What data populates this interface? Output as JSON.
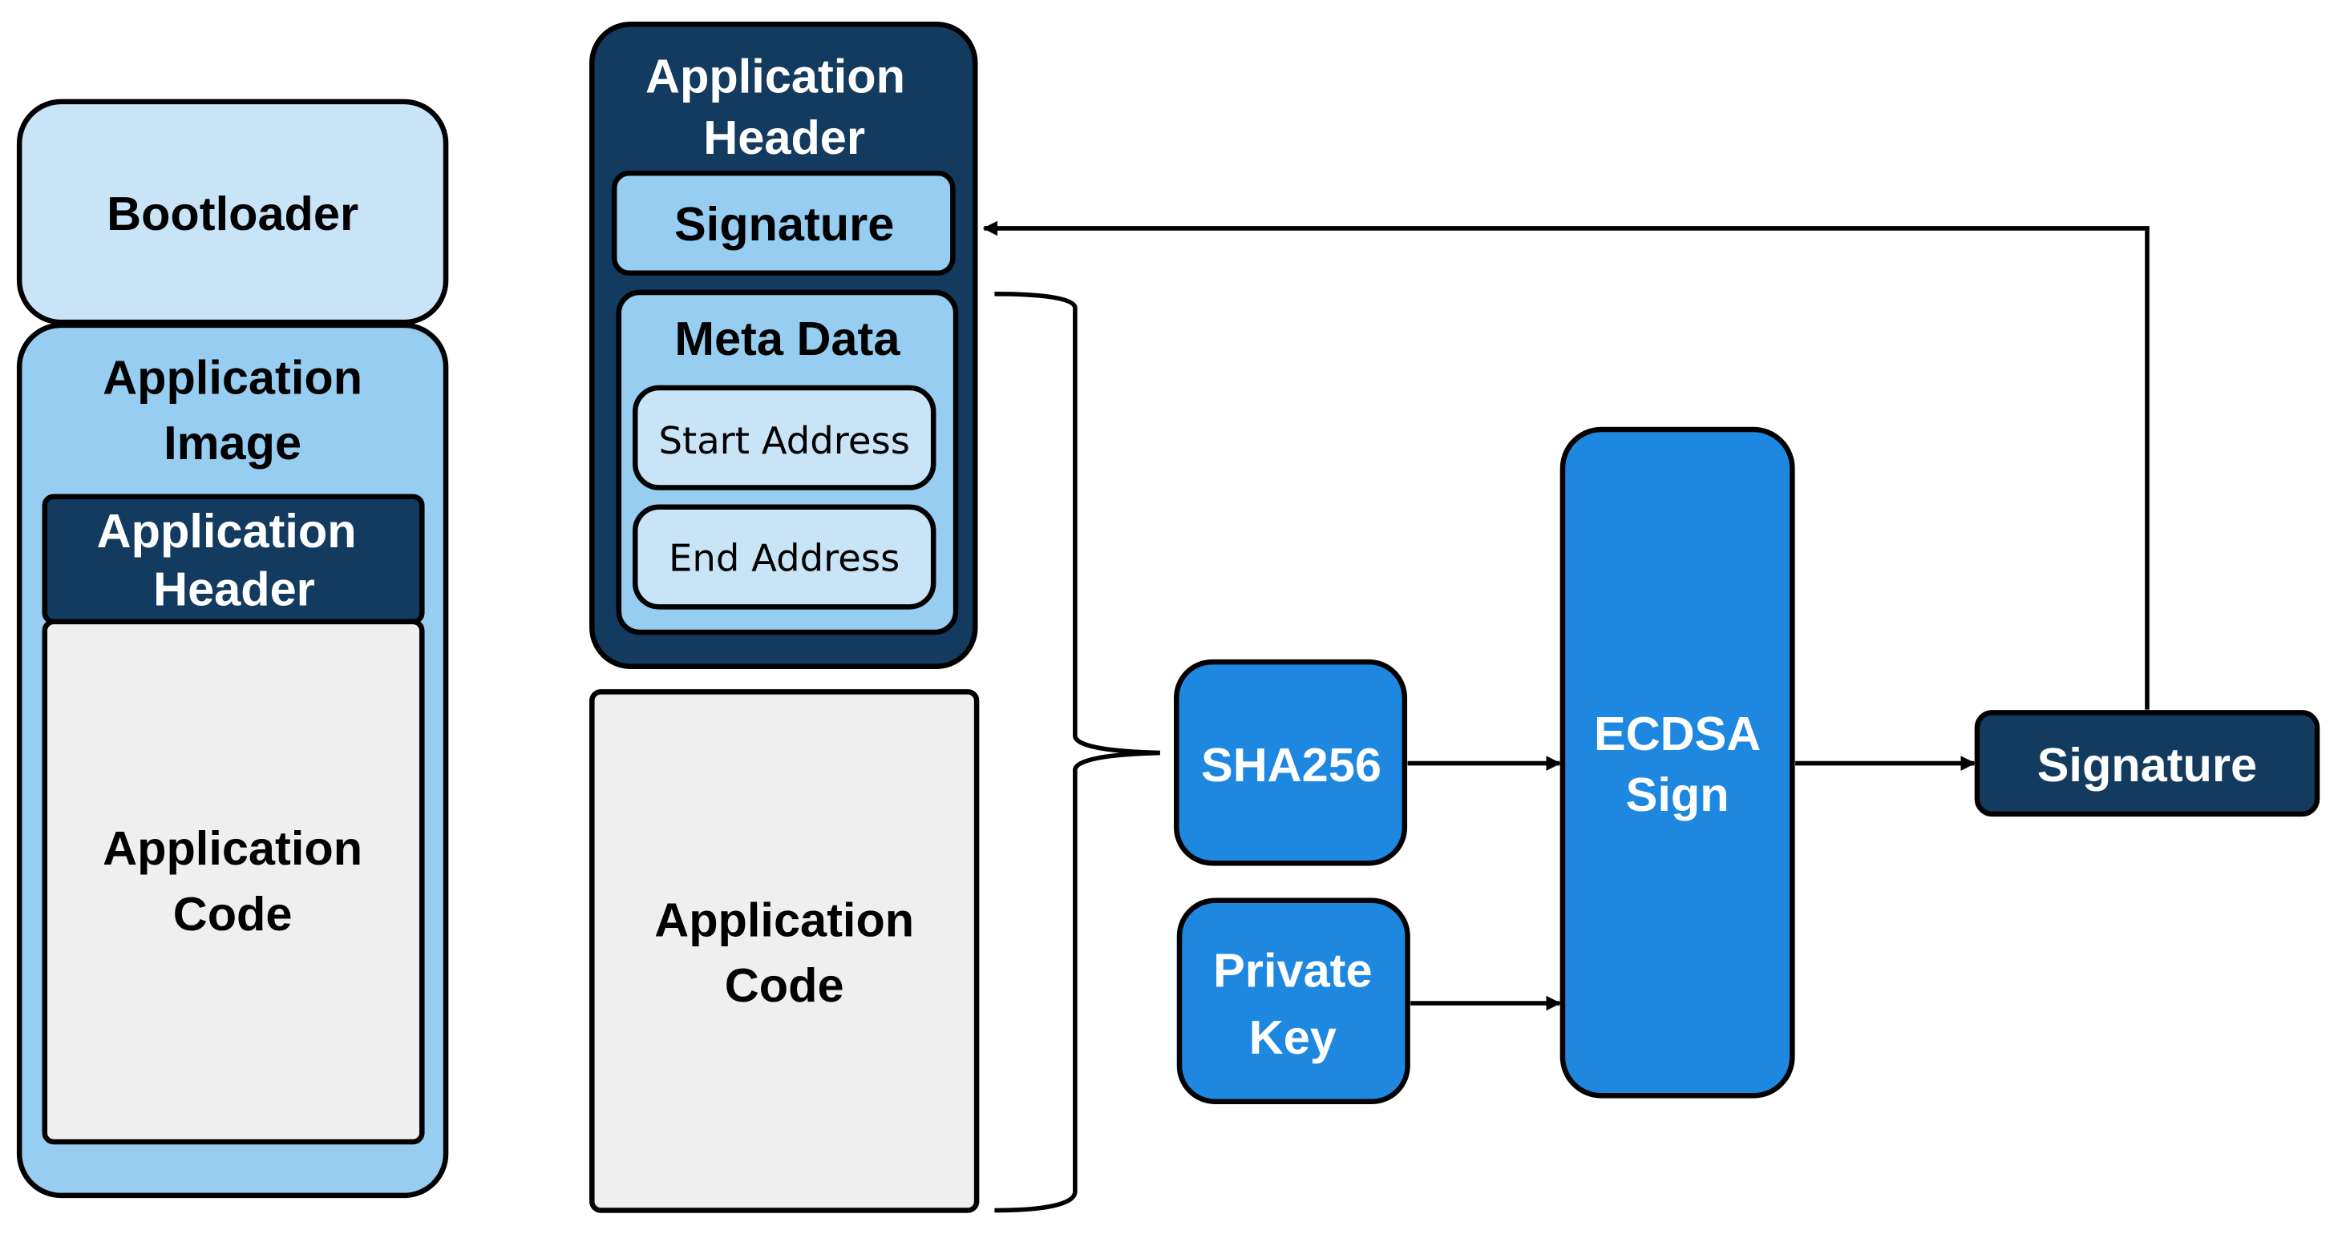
{
  "colors": {
    "light": "#c9e4f7",
    "medium": "#97cdf1",
    "dark": "#133b5f",
    "blue": "#1e88e0",
    "code": "#efefef"
  },
  "memory_layout": {
    "bootloader": "Bootloader",
    "app_image": [
      "Application",
      "Image"
    ],
    "app_header": [
      "Application",
      "Header"
    ],
    "app_code": [
      "Application",
      "Code"
    ]
  },
  "header_detail": {
    "title": [
      "Application",
      "Header"
    ],
    "signature": "Signature",
    "meta_data": "Meta Data",
    "start_address": "Start Address",
    "end_address": "End Address"
  },
  "code_block": [
    "Application",
    "Code"
  ],
  "process": {
    "sha256": "SHA256",
    "private_key": [
      "Private",
      "Key"
    ],
    "ecdsa": [
      "ECDSA",
      "Sign"
    ],
    "signature_out": "Signature"
  }
}
